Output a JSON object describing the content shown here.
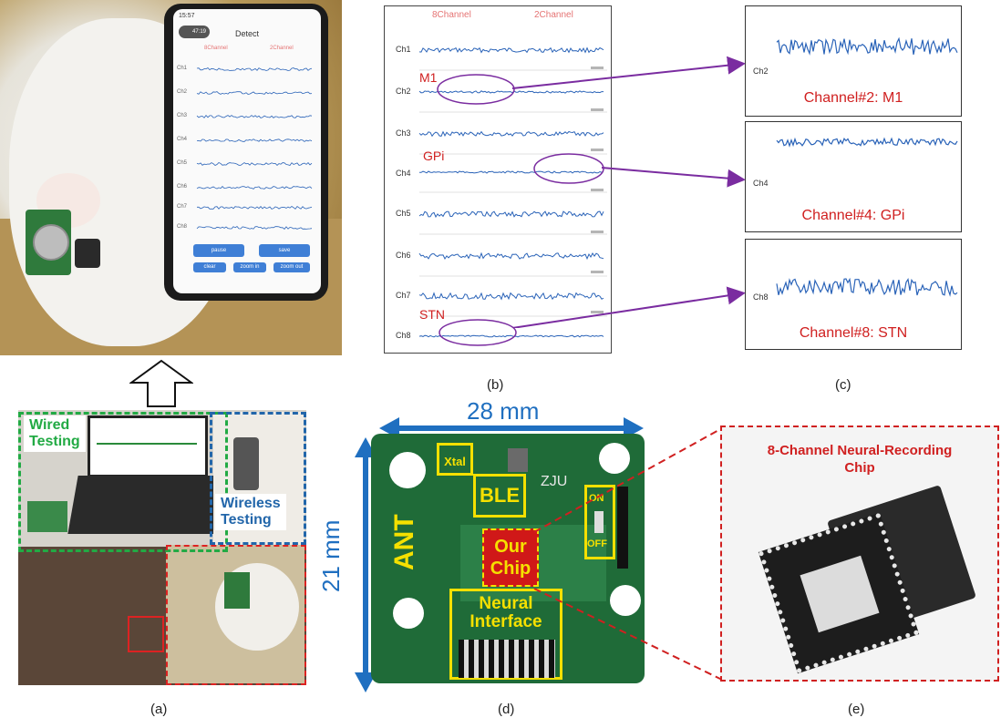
{
  "panel_labels": {
    "a": "(a)",
    "b": "(b)",
    "c": "(c)",
    "d": "(d)",
    "e": "(e)"
  },
  "phone": {
    "time": "15:57",
    "timer": "47:19",
    "title": "Detect",
    "tab_left": "8Channel",
    "tab_right": "2Channel",
    "channels": [
      "Ch1",
      "Ch2",
      "Ch3",
      "Ch4",
      "Ch5",
      "Ch6",
      "Ch7",
      "Ch8"
    ],
    "buttons": {
      "pause": "pause",
      "save": "save",
      "clear": "clear",
      "zoom_in": "zoom in",
      "zoom_out": "zoom out"
    }
  },
  "lab": {
    "wired": "Wired\nTesting",
    "wireless": "Wireless\nTesting"
  },
  "chart_b": {
    "tab_left": "8Channel",
    "tab_right": "2Channel",
    "channels": [
      "Ch1",
      "Ch2",
      "Ch3",
      "Ch4",
      "Ch5",
      "Ch6",
      "Ch7",
      "Ch8"
    ],
    "regions": [
      {
        "label": "M1",
        "channel": "Ch2"
      },
      {
        "label": "GPi",
        "channel": "Ch4"
      },
      {
        "label": "STN",
        "channel": "Ch8"
      }
    ]
  },
  "chart_c": [
    {
      "channel": "Ch2",
      "title": "Channel#2: M1"
    },
    {
      "channel": "Ch4",
      "title": "Channel#4: GPi"
    },
    {
      "channel": "Ch8",
      "title": "Channel#8: STN"
    }
  ],
  "pcb": {
    "width": "28 mm",
    "height": "21 mm",
    "ant": "ANT",
    "xtal": "Xtal",
    "ble": "BLE",
    "zju": "ZJU",
    "on": "ON",
    "off": "OFF",
    "chip": "Our\nChip",
    "neural": "Neural\nInterface"
  },
  "chip_title": "8-Channel Neural-Recording\nChip",
  "colors": {
    "signal": "#2a63b8",
    "annotation_red": "#d02020",
    "arrow_purple": "#7a2ca0",
    "dimension_blue": "#1f6fc0",
    "highlight_yellow": "#f5e000"
  }
}
